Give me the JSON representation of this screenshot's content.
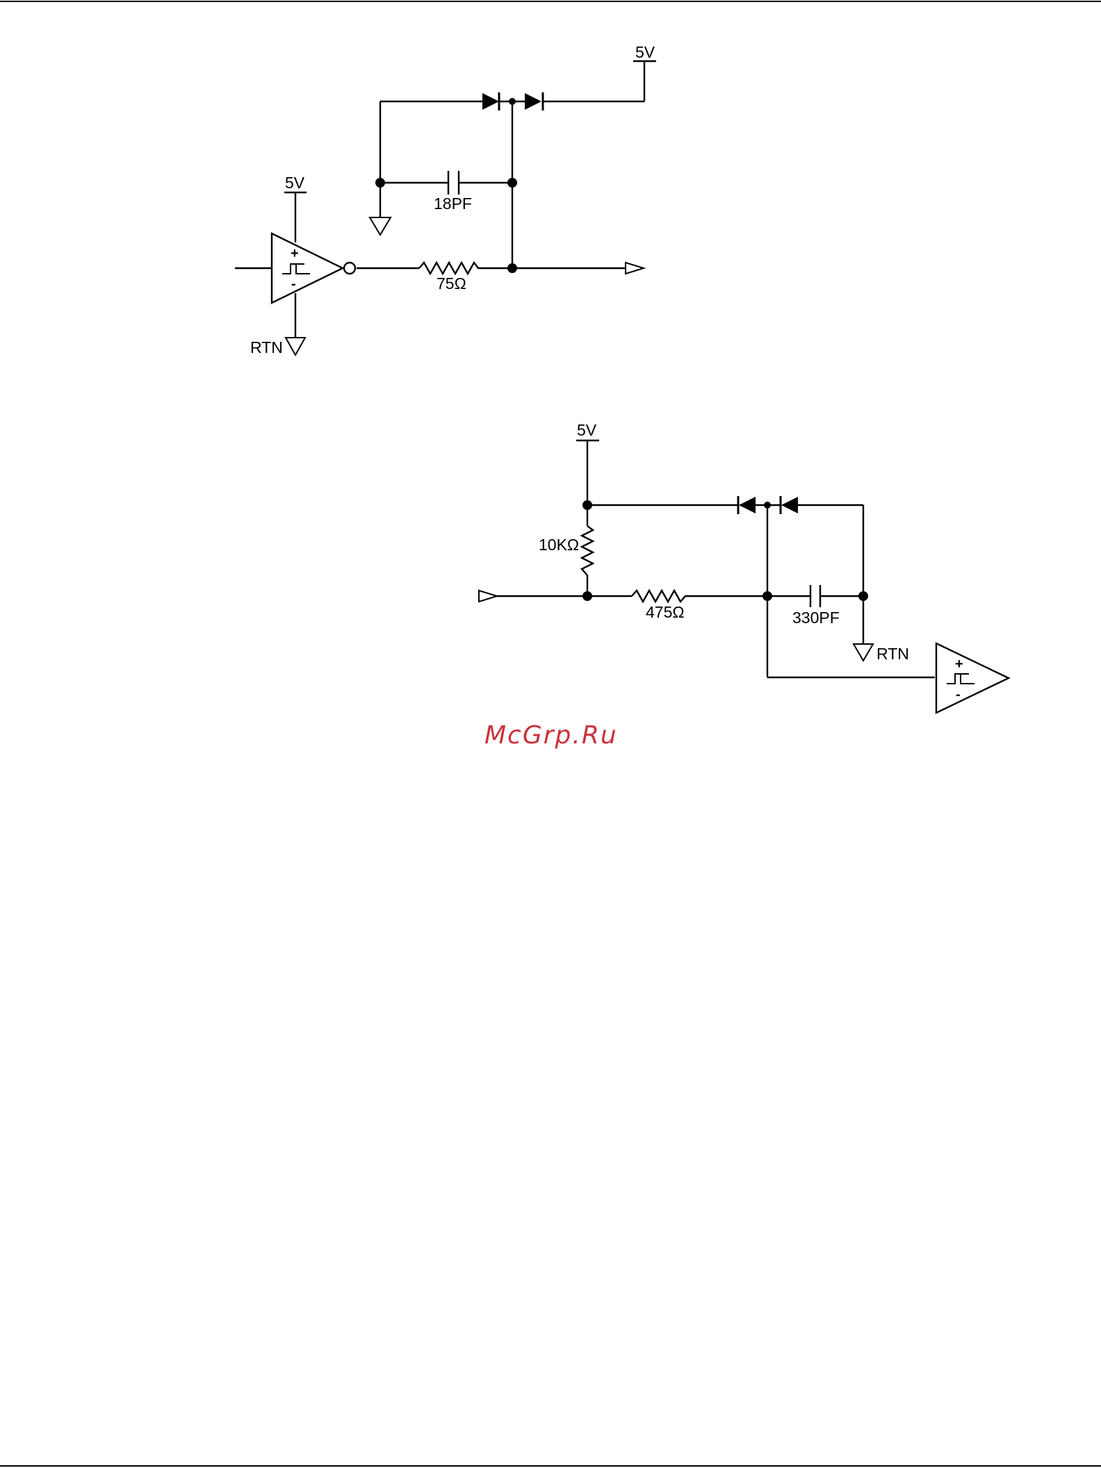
{
  "diagram": {
    "driver_circuit": {
      "supply_label": "5V",
      "buffer_supply_label": "5V",
      "return_label": "RTN",
      "resistor_label": "75Ω",
      "capacitor_label": "18PF",
      "plus_sign": "+",
      "minus_sign": "-"
    },
    "receiver_circuit": {
      "supply_label": "5V",
      "pullup_resistor_label": "10KΩ",
      "series_resistor_label": "475Ω",
      "capacitor_label": "330PF",
      "return_label": "RTN",
      "plus_sign": "+",
      "minus_sign": "-"
    }
  },
  "watermark": {
    "text": "McGrp.Ru",
    "color": "#c8323c"
  },
  "colors": {
    "line": "#000000",
    "background": "#ffffff"
  }
}
